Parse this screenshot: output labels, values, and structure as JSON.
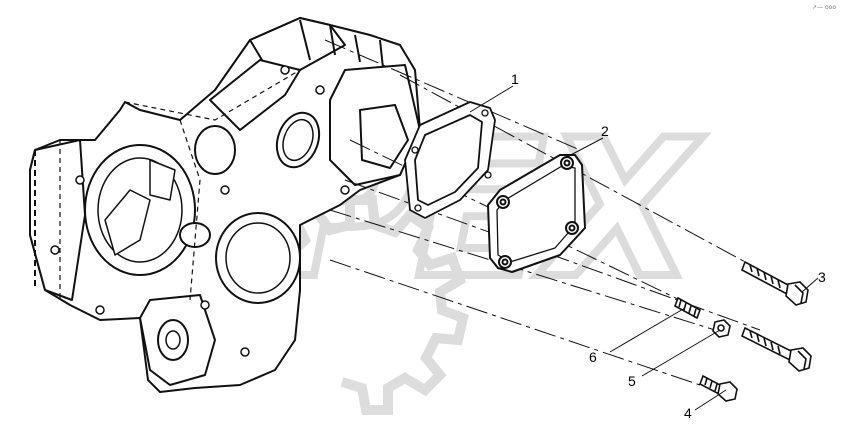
{
  "diagram": {
    "corner_tag": "↗— ooo",
    "watermark_text": "SPEX",
    "watermark_color": "#d9d9d9",
    "callouts": [
      {
        "id": "1",
        "label": "1"
      },
      {
        "id": "2",
        "label": "2"
      },
      {
        "id": "3",
        "label": "3"
      },
      {
        "id": "4",
        "label": "4"
      },
      {
        "id": "5",
        "label": "5"
      },
      {
        "id": "6",
        "label": "6"
      }
    ]
  }
}
